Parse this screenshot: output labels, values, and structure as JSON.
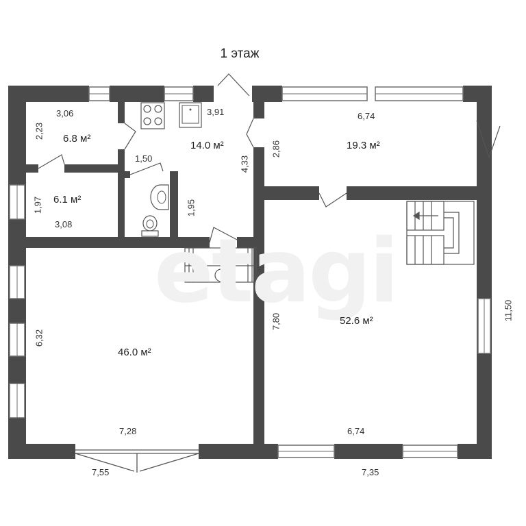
{
  "floor_title": "1 этаж",
  "watermark": "etagi",
  "rooms": [
    {
      "id": "room-a",
      "area": "6.8 м²",
      "width": "3,06",
      "height": "2,23"
    },
    {
      "id": "room-b",
      "area": "6.1 м²",
      "width": "3,08",
      "height": "1,97"
    },
    {
      "id": "kitchen",
      "area": "14.0 м²",
      "width": "3,91",
      "height": "4,33"
    },
    {
      "id": "bathroom",
      "width": "1,50",
      "height": "1,95"
    },
    {
      "id": "room-c",
      "area": "19.3 м²",
      "width": "6,74",
      "height": "2,86"
    },
    {
      "id": "hall-left",
      "area": "46.0 м²",
      "width": "7,28",
      "height": "6,32"
    },
    {
      "id": "hall-right",
      "area": "52.6 м²",
      "width": "6,74",
      "height": "7,80"
    }
  ],
  "outer_dims": {
    "bottom_left": "7,55",
    "bottom_right": "7,35",
    "right": "11,50"
  },
  "colors": {
    "wall": "#4a4a4a",
    "window_frame": "#6e6e6e",
    "line": "#555555",
    "watermark": "#f1f1f1"
  }
}
